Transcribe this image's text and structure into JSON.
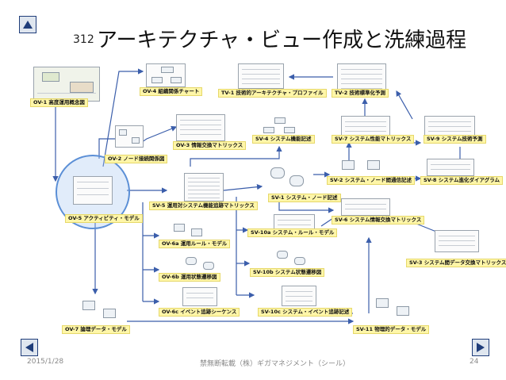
{
  "header": {
    "slide_number_prefix": "312",
    "title": "アーキテクチャ・ビュー作成と洗練過程"
  },
  "nav": {
    "up_icon": "up-triangle-icon",
    "prev_icon": "left-triangle-icon",
    "next_icon": "right-triangle-icon"
  },
  "views": {
    "ov1": "OV-1  高度運用概念図",
    "ov4": "OV-4  組織関係チャート",
    "tv1": "TV-1  技術的アーキテクチャ・プロファイル",
    "tv2": "TV-2  技術標準化予測",
    "ov3": "OV-3  情報交換マトリックス",
    "sv4": "SV-4  システム機能記述",
    "sv7": "SV-7  システム性能マトリックス",
    "sv9": "SV-9  システム技術予測",
    "ov2": "OV-2  ノード接続関係図",
    "sv2": "SV-2  システム・ノード間通信記述",
    "sv8": "SV-8  システム進化ダイアグラム",
    "sv1": "SV-1  システム・ノード記述",
    "sv5": "SV-5  運用対システム機能追跡マトリックス",
    "ov5": "OV-5  アクティビティ・モデル",
    "sv6": "SV-6  システム情報交換マトリックス",
    "sv10a": "SV-10a  システム・ルール・モデル",
    "ov6a": "OV-6a  運用ルール・モデル",
    "sv3": "SV-3  システム間データ交換マトリックス",
    "sv10b": "SV-10b  システム状態遷移図",
    "ov6b": "OV-6b  運用状態遷移図",
    "ov6c": "OV-6c  イベント追跡シーケンス",
    "sv10c": "SV-10c  システム・イベント追跡記述",
    "ov7": "OV-7  論理データ・モデル",
    "sv11": "SV-11  物理的データ・モデル"
  },
  "footer": {
    "date": "2015/1/28",
    "center": "禁無断転載（株）ギガマネジメント（シール）",
    "page": "24"
  },
  "colors": {
    "arrow": "#3b5eab",
    "label_bg": "#fff6a8",
    "highlight_circle": "#5b8fd6",
    "nav_border": "#1f3d7a"
  }
}
